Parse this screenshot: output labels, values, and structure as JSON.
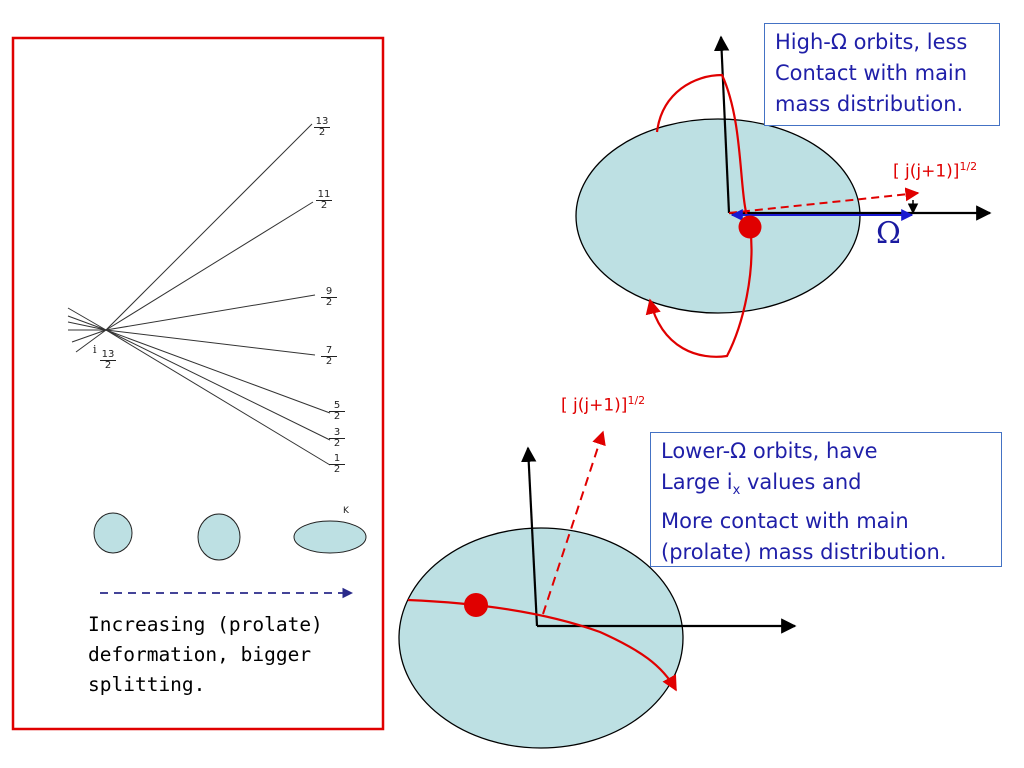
{
  "left_panel": {
    "border_color": "#e00000",
    "fan_labels": [
      {
        "num": "13",
        "den": "2"
      },
      {
        "num": "11",
        "den": "2"
      },
      {
        "num": "9",
        "den": "2"
      },
      {
        "num": "7",
        "den": "2"
      },
      {
        "num": "5",
        "den": "2"
      },
      {
        "num": "3",
        "den": "2"
      },
      {
        "num": "1",
        "den": "2"
      }
    ],
    "origin_label": {
      "prefix": "i",
      "num": "13",
      "den": "2"
    },
    "shape_axis_label": "K",
    "caption_lines": [
      "Increasing (prolate)",
      "deformation, bigger",
      "splitting."
    ]
  },
  "top_diagram": {
    "box_lines": [
      "High-Ω orbits, less",
      "Contact with main",
      "mass distribution."
    ],
    "j_label": {
      "text": "[ j(j+1)]",
      "sup": "1/2"
    },
    "omega_symbol": "Ω"
  },
  "bottom_diagram": {
    "box_lines": [
      {
        "text": "Lower-Ω orbits, have"
      },
      {
        "text": "Large i",
        "sub": "x",
        "suffix": " values and"
      },
      {
        "text": "More contact with main"
      },
      {
        "text": "(prolate) mass distribution."
      }
    ],
    "j_label": {
      "text": "[ j(j+1)]",
      "sup": "1/2"
    }
  },
  "colors": {
    "ellipse_fill": "#bde0e3",
    "orbit": "#e00000",
    "omega_arrow": "#1a1ad0",
    "box_border": "#4472c4",
    "box_text": "#1f1fa8"
  }
}
